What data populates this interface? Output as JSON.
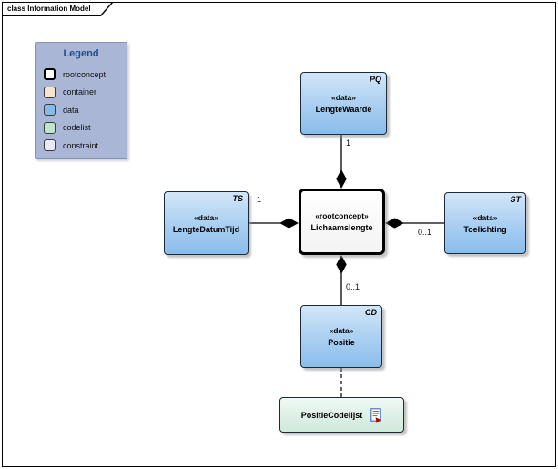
{
  "diagram": {
    "title": "class Information Model"
  },
  "legend": {
    "title": "Legend",
    "background": "#a9b6d5",
    "title_color": "#1f4e8c",
    "items": [
      {
        "label": "rootconcept",
        "color": "#ffffff"
      },
      {
        "label": "container",
        "color": "#f8e3d1"
      },
      {
        "label": "data",
        "color": "#85bbea"
      },
      {
        "label": "codelist",
        "color": "#bfe5cd"
      },
      {
        "label": "constraint",
        "color": "#e8eaf8"
      }
    ]
  },
  "nodes": {
    "lengtewaarde": {
      "stereotype": "«data»",
      "name": "LengteWaarde",
      "type_tag": "PQ"
    },
    "lichaamslengte": {
      "stereotype": "«rootconcept»",
      "name": "Lichaamslengte"
    },
    "lengtedatumtijd": {
      "stereotype": "«data»",
      "name": "LengteDatumTijd",
      "type_tag": "TS"
    },
    "toelichting": {
      "stereotype": "«data»",
      "name": "Toelichting",
      "type_tag": "ST"
    },
    "positie": {
      "stereotype": "«data»",
      "name": "Positie",
      "type_tag": "CD"
    },
    "positiecodelijst": {
      "name": "PositieCodelijst",
      "icon": "codelist-document-icon"
    }
  },
  "connectors": [
    {
      "from": "LengteWaarde",
      "to": "Lichaamslengte",
      "multiplicity": "1",
      "style": "composition"
    },
    {
      "from": "LengteDatumTijd",
      "to": "Lichaamslengte",
      "multiplicity": "1",
      "style": "composition"
    },
    {
      "from": "Toelichting",
      "to": "Lichaamslengte",
      "multiplicity": "0..1",
      "style": "composition"
    },
    {
      "from": "Positie",
      "to": "Lichaamslengte",
      "multiplicity": "0..1",
      "style": "composition"
    },
    {
      "from": "Positie",
      "to": "PositieCodelijst",
      "multiplicity": "",
      "style": "dashed"
    }
  ],
  "colors": {
    "data_fill_top": "#cfe3f7",
    "data_fill_bottom": "#8abdec",
    "codelist_fill_top": "#f0f9f3",
    "codelist_fill_bottom": "#cfe9da",
    "node_border": "#1b2a38",
    "rootconcept_border": "#000000",
    "connector": "#000000"
  }
}
